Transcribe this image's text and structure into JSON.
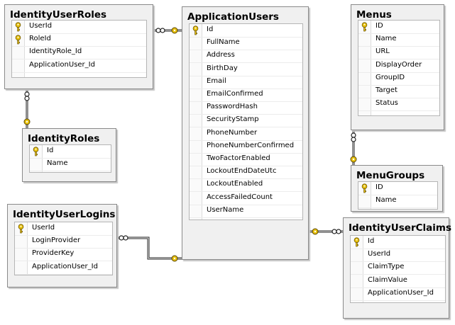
{
  "tables": [
    {
      "id": "identityuserroles",
      "title": "IdentityUserRoles",
      "columns": [
        {
          "name": "UserId",
          "key": true
        },
        {
          "name": "RoleId",
          "key": true
        },
        {
          "name": "IdentityRole_Id",
          "key": false
        },
        {
          "name": "ApplicationUser_Id",
          "key": false
        }
      ]
    },
    {
      "id": "applicationusers",
      "title": "ApplicationUsers",
      "columns": [
        {
          "name": "Id",
          "key": true
        },
        {
          "name": "FullName",
          "key": false
        },
        {
          "name": "Address",
          "key": false
        },
        {
          "name": "BirthDay",
          "key": false
        },
        {
          "name": "Email",
          "key": false
        },
        {
          "name": "EmailConfirmed",
          "key": false
        },
        {
          "name": "PasswordHash",
          "key": false
        },
        {
          "name": "SecurityStamp",
          "key": false
        },
        {
          "name": "PhoneNumber",
          "key": false
        },
        {
          "name": "PhoneNumberConfirmed",
          "key": false
        },
        {
          "name": "TwoFactorEnabled",
          "key": false
        },
        {
          "name": "LockoutEndDateUtc",
          "key": false
        },
        {
          "name": "LockoutEnabled",
          "key": false
        },
        {
          "name": "AccessFailedCount",
          "key": false
        },
        {
          "name": "UserName",
          "key": false
        }
      ]
    },
    {
      "id": "menus",
      "title": "Menus",
      "columns": [
        {
          "name": "ID",
          "key": true
        },
        {
          "name": "Name",
          "key": false
        },
        {
          "name": "URL",
          "key": false
        },
        {
          "name": "DisplayOrder",
          "key": false
        },
        {
          "name": "GroupID",
          "key": false
        },
        {
          "name": "Target",
          "key": false
        },
        {
          "name": "Status",
          "key": false
        }
      ]
    },
    {
      "id": "identityroles",
      "title": "IdentityRoles",
      "columns": [
        {
          "name": "Id",
          "key": true
        },
        {
          "name": "Name",
          "key": false
        }
      ]
    },
    {
      "id": "menugroups",
      "title": "MenuGroups",
      "columns": [
        {
          "name": "ID",
          "key": true
        },
        {
          "name": "Name",
          "key": false
        }
      ]
    },
    {
      "id": "identityuserlogins",
      "title": "IdentityUserLogins",
      "columns": [
        {
          "name": "UserId",
          "key": true
        },
        {
          "name": "LoginProvider",
          "key": false
        },
        {
          "name": "ProviderKey",
          "key": false
        },
        {
          "name": "ApplicationUser_Id",
          "key": false
        }
      ]
    },
    {
      "id": "identityuserclaims",
      "title": "IdentityUserClaims",
      "columns": [
        {
          "name": "Id",
          "key": true
        },
        {
          "name": "UserId",
          "key": false
        },
        {
          "name": "ClaimType",
          "key": false
        },
        {
          "name": "ClaimValue",
          "key": false
        },
        {
          "name": "ApplicationUser_Id",
          "key": false
        }
      ]
    }
  ],
  "relationships": [
    {
      "many": "identityuserroles",
      "one": "applicationusers"
    },
    {
      "many": "identityuserroles",
      "one": "identityroles"
    },
    {
      "many": "menus",
      "one": "menugroups"
    },
    {
      "many": "identityuserlogins",
      "one": "applicationusers"
    },
    {
      "many": "identityuserclaims",
      "one": "applicationusers"
    }
  ],
  "colors": {
    "key_icon": "#e8c20c",
    "connector": "#222222",
    "table_bg": "#f0f0f0"
  }
}
